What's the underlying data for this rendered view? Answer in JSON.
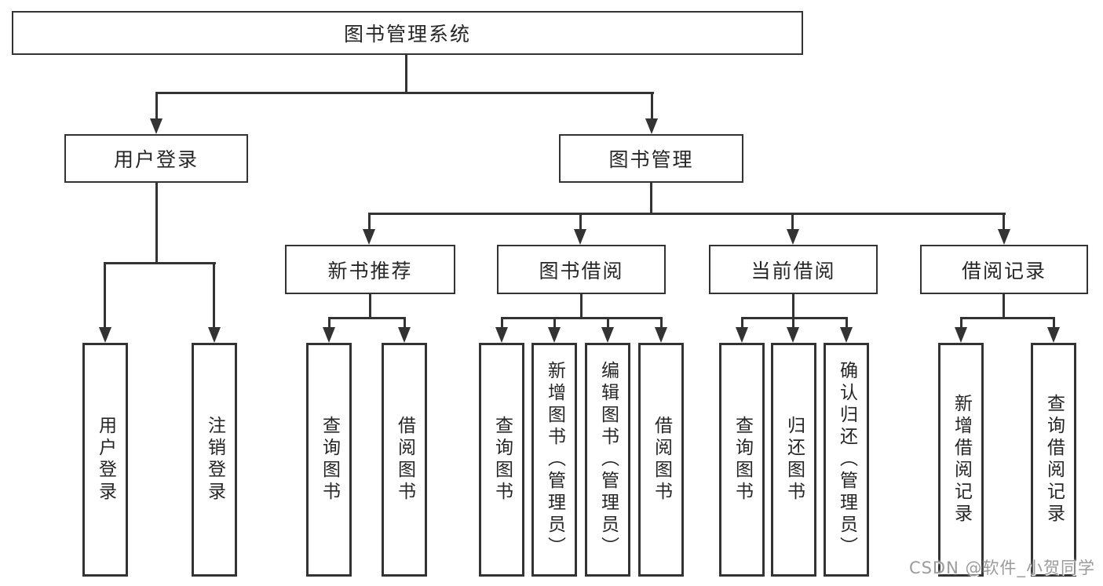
{
  "diagram_title": "图书管理系统",
  "tree": {
    "root": {
      "label": "图书管理系统"
    },
    "level2": [
      {
        "label": "用户登录"
      },
      {
        "label": "图书管理"
      }
    ],
    "level3": [
      {
        "label": "新书推荐",
        "parent": "图书管理"
      },
      {
        "label": "图书借阅",
        "parent": "图书管理"
      },
      {
        "label": "当前借阅",
        "parent": "图书管理"
      },
      {
        "label": "借阅记录",
        "parent": "图书管理"
      }
    ],
    "level4": [
      {
        "label": "用户登录",
        "parent": "用户登录"
      },
      {
        "label": "注销登录",
        "parent": "用户登录"
      },
      {
        "label": "查询图书",
        "parent": "新书推荐"
      },
      {
        "label": "借阅图书",
        "parent": "新书推荐"
      },
      {
        "label": "查询图书",
        "parent": "图书借阅"
      },
      {
        "label": "新增图书（管理员）",
        "parent": "图书借阅"
      },
      {
        "label": "编辑图书（管理员）",
        "parent": "图书借阅"
      },
      {
        "label": "借阅图书",
        "parent": "图书借阅"
      },
      {
        "label": "查询图书",
        "parent": "当前借阅"
      },
      {
        "label": "归还图书",
        "parent": "当前借阅"
      },
      {
        "label": "确认归还（管理员）",
        "parent": "当前借阅"
      },
      {
        "label": "新增借阅记录",
        "parent": "借阅记录"
      },
      {
        "label": "查询借阅记录",
        "parent": "借阅记录"
      }
    ]
  },
  "watermark": {
    "text": "CSDN @软件_小贺同学"
  },
  "colors": {
    "line": "#333333",
    "text": "#262626",
    "watermark": "#9b9b9b",
    "background": "#ffffff"
  }
}
